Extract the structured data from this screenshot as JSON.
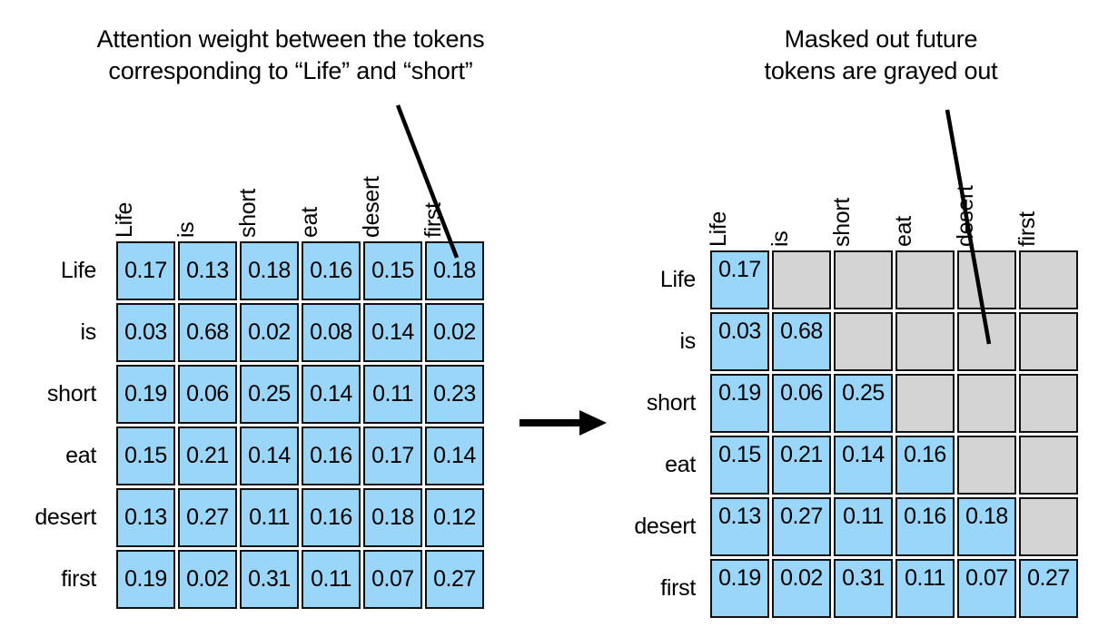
{
  "panels": {
    "left": {
      "caption": "Attention weight between the tokens\ncorresponding to “Life” and “short”",
      "pointer_target": "cell-row-Life-col-first"
    },
    "right": {
      "caption": "Masked out future\ntokens are grayed out",
      "pointer_target": "cell-row-is-col-desert"
    }
  },
  "flow_arrow": "arrow-right",
  "colors": {
    "attended": "#9ad5fa",
    "masked": "#d4d4d4",
    "border": "#111111",
    "text": "#000000",
    "background": "#ffffff"
  },
  "chart_data": [
    {
      "type": "heatmap",
      "id": "full-attention-matrix",
      "title": "Attention weight between the tokens corresponding to “Life” and “short”",
      "xlabel": "",
      "ylabel": "",
      "masked": false,
      "row_labels": [
        "Life",
        "is",
        "short",
        "eat",
        "desert",
        "first"
      ],
      "col_labels": [
        "Life",
        "is",
        "short",
        "eat",
        "desert",
        "first"
      ],
      "values": [
        [
          "0.17",
          "0.13",
          "0.18",
          "0.16",
          "0.15",
          "0.18"
        ],
        [
          "0.03",
          "0.68",
          "0.02",
          "0.08",
          "0.14",
          "0.02"
        ],
        [
          "0.19",
          "0.06",
          "0.25",
          "0.14",
          "0.11",
          "0.23"
        ],
        [
          "0.15",
          "0.21",
          "0.14",
          "0.16",
          "0.17",
          "0.14"
        ],
        [
          "0.13",
          "0.27",
          "0.11",
          "0.16",
          "0.18",
          "0.12"
        ],
        [
          "0.19",
          "0.02",
          "0.31",
          "0.11",
          "0.07",
          "0.27"
        ]
      ],
      "cell_state": [
        [
          "blue",
          "blue",
          "blue",
          "blue",
          "blue",
          "blue"
        ],
        [
          "blue",
          "blue",
          "blue",
          "blue",
          "blue",
          "blue"
        ],
        [
          "blue",
          "blue",
          "blue",
          "blue",
          "blue",
          "blue"
        ],
        [
          "blue",
          "blue",
          "blue",
          "blue",
          "blue",
          "blue"
        ],
        [
          "blue",
          "blue",
          "blue",
          "blue",
          "blue",
          "blue"
        ],
        [
          "blue",
          "blue",
          "blue",
          "blue",
          "blue",
          "blue"
        ]
      ]
    },
    {
      "type": "heatmap",
      "id": "causal-masked-attention-matrix",
      "title": "Masked out future tokens are grayed out",
      "xlabel": "",
      "ylabel": "",
      "masked": true,
      "row_labels": [
        "Life",
        "is",
        "short",
        "eat",
        "desert",
        "first"
      ],
      "col_labels": [
        "Life",
        "is",
        "short",
        "eat",
        "desert",
        "first"
      ],
      "values": [
        [
          "0.17",
          "",
          "",
          "",
          "",
          ""
        ],
        [
          "0.03",
          "0.68",
          "",
          "",
          "",
          ""
        ],
        [
          "0.19",
          "0.06",
          "0.25",
          "",
          "",
          ""
        ],
        [
          "0.15",
          "0.21",
          "0.14",
          "0.16",
          "",
          ""
        ],
        [
          "0.13",
          "0.27",
          "0.11",
          "0.16",
          "0.18",
          ""
        ],
        [
          "0.19",
          "0.02",
          "0.31",
          "0.11",
          "0.07",
          "0.27"
        ]
      ],
      "cell_state": [
        [
          "blue",
          "gray",
          "gray",
          "gray",
          "gray",
          "gray"
        ],
        [
          "blue",
          "blue",
          "gray",
          "gray",
          "gray",
          "gray"
        ],
        [
          "blue",
          "blue",
          "blue",
          "gray",
          "gray",
          "gray"
        ],
        [
          "blue",
          "blue",
          "blue",
          "blue",
          "gray",
          "gray"
        ],
        [
          "blue",
          "blue",
          "blue",
          "blue",
          "blue",
          "gray"
        ],
        [
          "blue",
          "blue",
          "blue",
          "blue",
          "blue",
          "blue"
        ]
      ]
    }
  ]
}
